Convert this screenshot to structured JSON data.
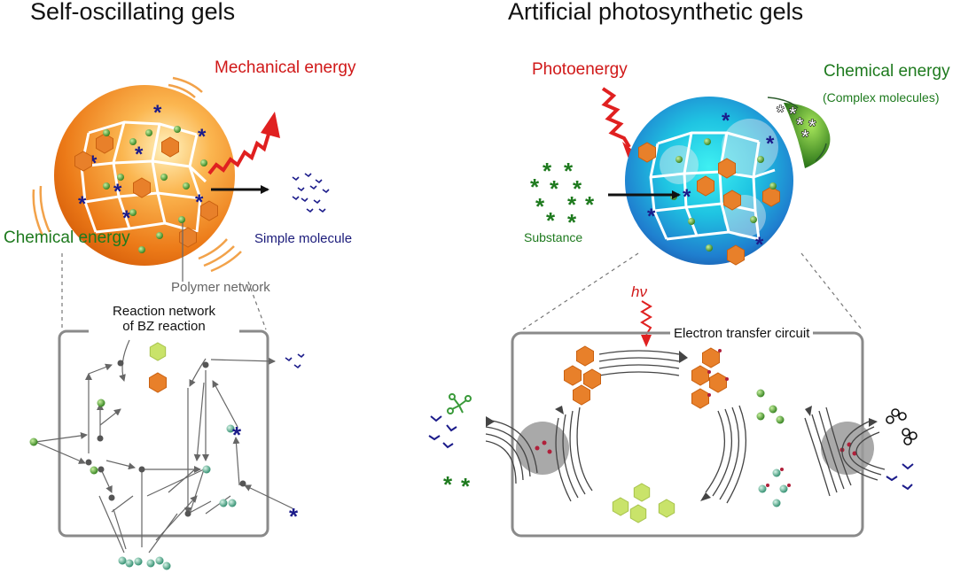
{
  "titles": {
    "left": "Self-oscillating gels",
    "right": "Artificial photosynthetic gels"
  },
  "left_labels": {
    "mechanical_energy": "Mechanical energy",
    "chemical_energy": "Chemical energy",
    "simple_molecule": "Simple molecule",
    "polymer_network": "Polymer network",
    "reaction_network_line1": "Reaction network",
    "reaction_network_line2": "of BZ reaction"
  },
  "right_labels": {
    "photoenergy": "Photoenergy",
    "chemical_energy": "Chemical energy",
    "complex_molecules": "(Complex molecules)",
    "substance": "Substance",
    "hv": "hν",
    "electron_transfer_circuit": "Electron transfer circuit"
  },
  "colors": {
    "orange_gel": "#f08a2a",
    "blue_gel": "#2aa6d8",
    "energy_red": "#e02020",
    "green_text": "#1e7a1e",
    "blue_star": "#1b1b8a",
    "box_gray": "#8a8a8a"
  }
}
